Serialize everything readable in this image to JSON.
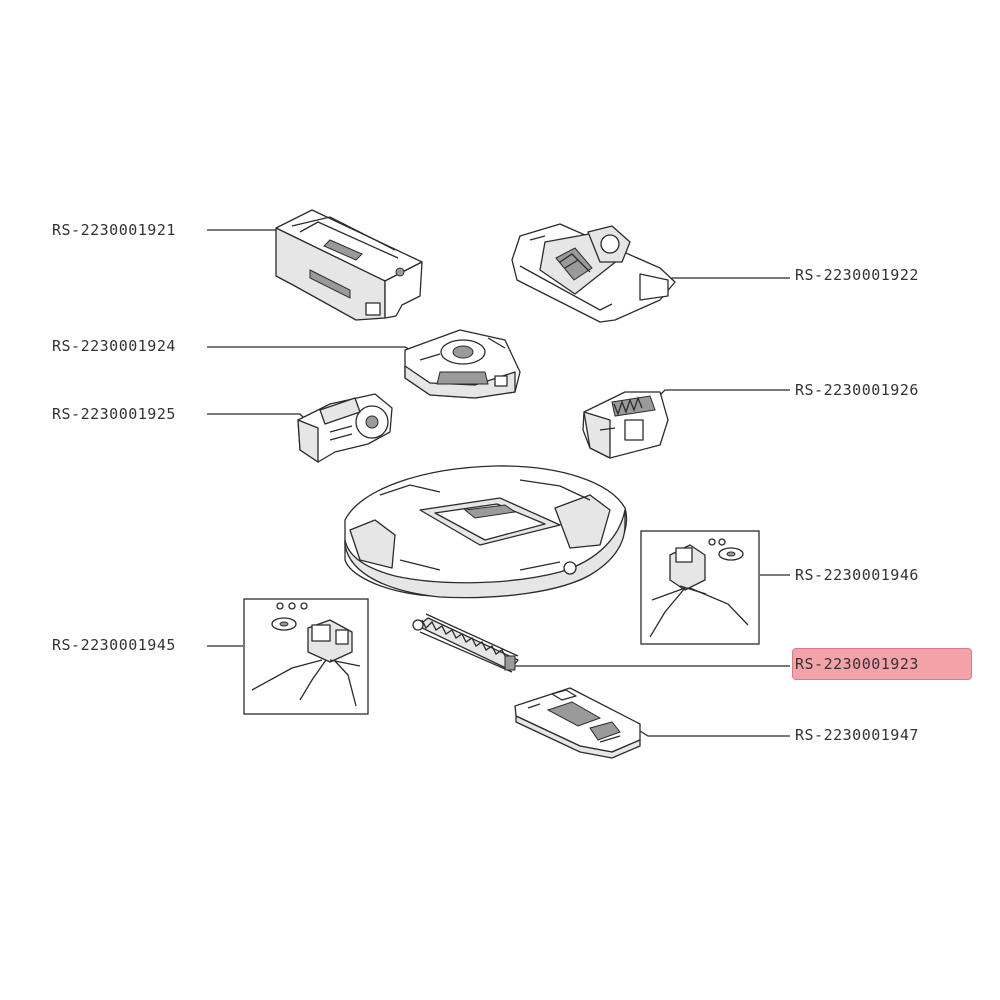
{
  "parts": [
    {
      "id": "p1921",
      "code": "RS-2230001921",
      "highlighted": false
    },
    {
      "id": "p1922",
      "code": "RS-2230001922",
      "highlighted": false
    },
    {
      "id": "p1924",
      "code": "RS-2230001924",
      "highlighted": false
    },
    {
      "id": "p1926",
      "code": "RS-2230001926",
      "highlighted": false
    },
    {
      "id": "p1925",
      "code": "RS-2230001925",
      "highlighted": false
    },
    {
      "id": "p1946",
      "code": "RS-2230001946",
      "highlighted": false
    },
    {
      "id": "p1945",
      "code": "RS-2230001945",
      "highlighted": false
    },
    {
      "id": "p1923",
      "code": "RS-2230001923",
      "highlighted": true
    },
    {
      "id": "p1947",
      "code": "RS-2230001947",
      "highlighted": false
    }
  ],
  "colors": {
    "highlight_fill": "#f3a3a8",
    "highlight_border": "#e07a82",
    "line": "#2b2b2b",
    "text": "#333333"
  }
}
